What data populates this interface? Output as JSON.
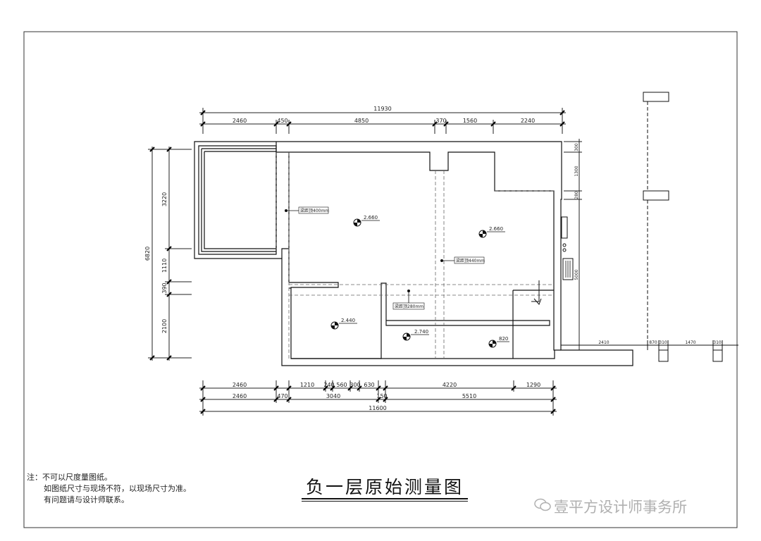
{
  "title": "负一层原始测量图",
  "notes": [
    "注：不可以尺度量图纸。",
    "如图纸尺寸与现场不符，以现场尺寸为准。",
    "有问题请与设计师联系。"
  ],
  "watermark": "壹平方设计师事务所",
  "dimensions": {
    "top_total": "11930",
    "top_segments": [
      "2460",
      "450",
      "4850",
      "370",
      "1560",
      "2240"
    ],
    "bottom_row1": [
      "2460",
      "1210",
      "240",
      "560",
      "300",
      "630",
      "4220",
      "1290"
    ],
    "bottom_row2": [
      "2460",
      "470",
      "3040",
      "150",
      "5510"
    ],
    "bottom_total": "11600",
    "left_total": "6820",
    "left_segments": [
      "3220",
      "1110",
      "390",
      "2100"
    ],
    "right_segments": [
      "300",
      "1300",
      "280",
      "5000"
    ],
    "right_lower": [
      "2410",
      "870",
      "310",
      "1470",
      "310"
    ]
  },
  "elevations": [
    "2.660",
    "2.660",
    "2.440",
    "2.740",
    "820"
  ],
  "beam_labels": [
    "梁距顶400mm",
    "梁距顶440mm",
    "梁距顶280mm"
  ]
}
